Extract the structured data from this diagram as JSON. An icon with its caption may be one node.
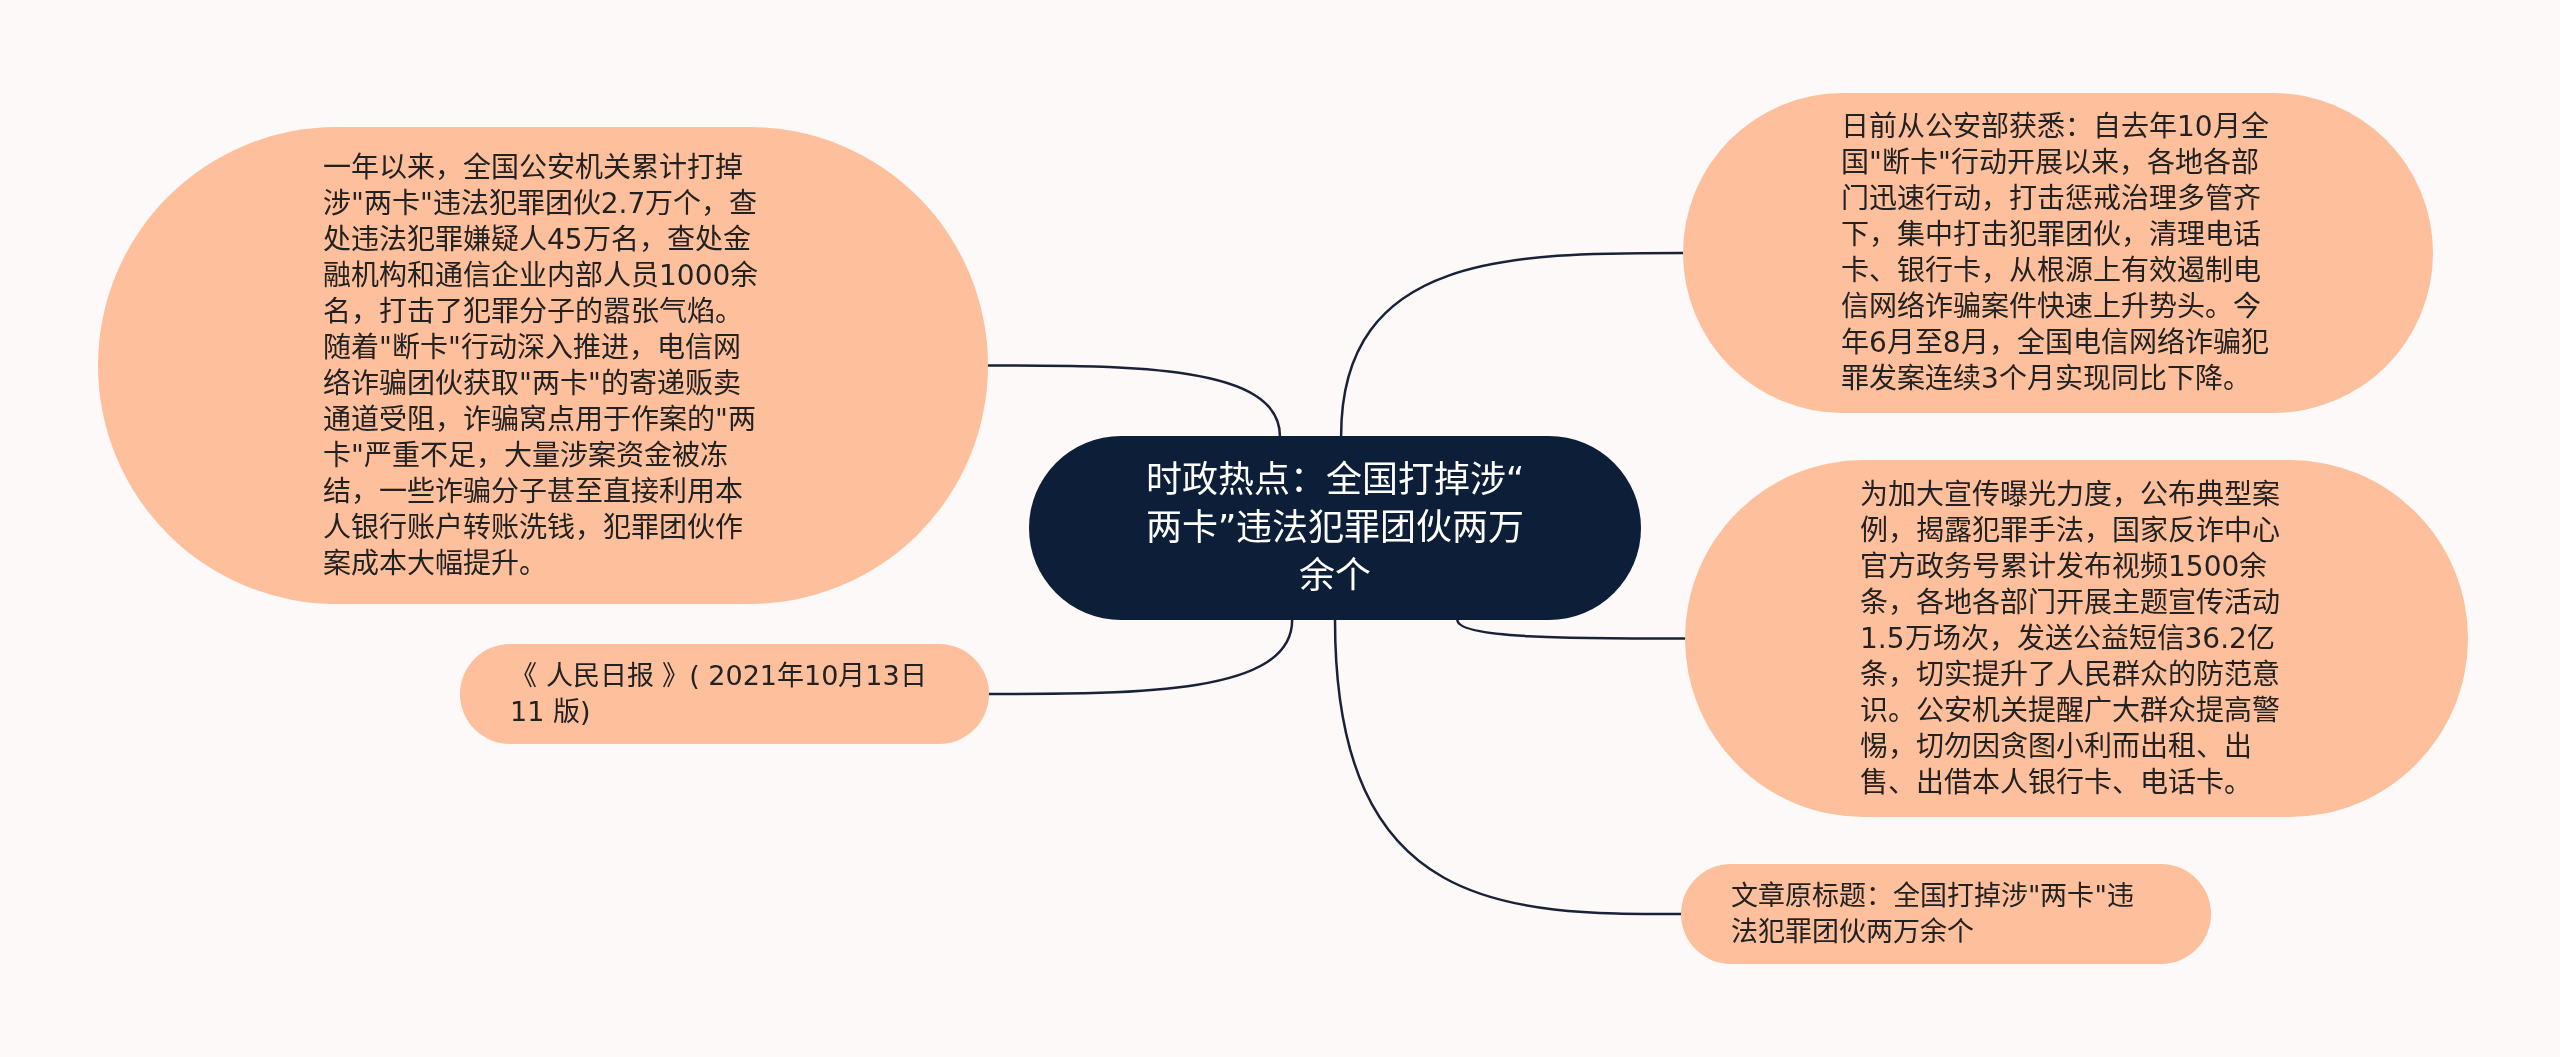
{
  "diagram": {
    "nodes": [
      {
        "text": [
          "时政热点：全国打掉涉“两卡”违法犯罪团伙两万余个"
        ]
      },
      {
        "text": [
          "一年以来，全国公安机关累计打掉涉\"两卡\"违法犯罪团伙2.7万个，查处违法犯罪嫌疑人45万名，查处金融机构和通信企业内部人员1000余名，打击了犯罪分子的嚣张气焰。随着\"断卡\"行动深入推进，电信网络诈骗团伙获取\"两卡\"的寄递贩卖通道受阻，诈骗窝点用于作案的\"两卡\"严重不足，大量涉案资金被冻结，一些诈骗分子甚至直接利用本人银行账户转账洗钱，犯罪团伙作案成本大幅提升。"
        ]
      },
      {
        "text": [
          "《 人民日报 》( 2021年10月13日11 版)"
        ]
      },
      {
        "text": [
          "日前从公安部获悉：自去年10月全国\"断卡\"行动开展以来，各地各部门迅速行动，打击惩戒治理多管齐下，集中打击犯罪团伙，清理电话卡、银行卡，从根源上有效遏制电信网络诈骗案件快速上升势头。今年6月至8月，全国电信网络诈骗犯罪发案连续3个月实现同比下降。"
        ]
      },
      {
        "text": [
          "为加大宣传曝光力度，公布典型案例，揭露犯罪手法，国家反诈中心官方政务号累计发布视频1500余条，各地各部门开展主题宣传活动1.5万场次，发送公益短信36.2亿条，切实提升了人民群众的防范意识。公安机关提醒广大群众提高警惕，切勿因贪图小利而出租、出售、出借本人银行卡、电话卡。"
        ]
      },
      {
        "text": [
          "文章原标题：全国打掉涉\"两卡\"违法犯罪团伙两万余个"
        ]
      }
    ],
    "edges": [
      {
        "from": 0,
        "to": 1,
        "arrow": "none"
      },
      {
        "from": 0,
        "to": 2,
        "arrow": "none"
      },
      {
        "from": 0,
        "to": 3,
        "arrow": "none"
      },
      {
        "from": 0,
        "to": 4,
        "arrow": "none"
      },
      {
        "from": 0,
        "to": 5,
        "arrow": "none"
      }
    ]
  }
}
